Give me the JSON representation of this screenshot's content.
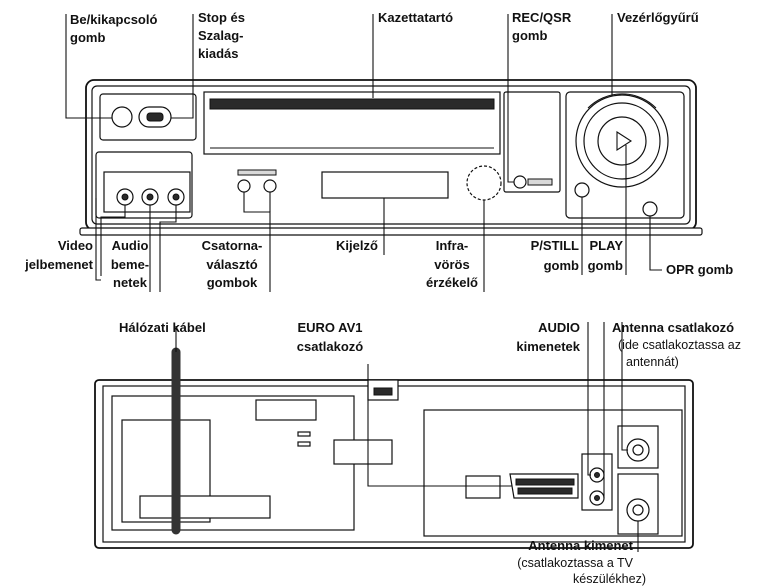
{
  "front": {
    "power_button": [
      "Be/kikapcsoló",
      "gomb"
    ],
    "stop_eject": [
      "Stop és",
      "Szalag-",
      "kiadás"
    ],
    "cassette_holder": [
      "Kazettatartó"
    ],
    "rec_qsr": [
      "REC/QSR",
      "gomb"
    ],
    "jog_ring": [
      "Vezérlőgyűrű"
    ],
    "video_input": [
      "Video",
      "jelbemenet"
    ],
    "audio_inputs": [
      "Audio",
      "beme-",
      "netek"
    ],
    "channel_buttons": [
      "Csatorna-",
      "választó",
      "gombok"
    ],
    "display": [
      "Kijelző"
    ],
    "ir_sensor": [
      "Infra-",
      "vörös",
      "érzékelő"
    ],
    "pstill": [
      "P/STILL",
      "gomb"
    ],
    "play": [
      "PLAY",
      "gomb"
    ],
    "opr": [
      "OPR gomb"
    ]
  },
  "back": {
    "mains_cable": [
      "Hálózati kábel"
    ],
    "euro_av1": [
      "EURO AV1",
      "csatlakozó"
    ],
    "audio_outputs": [
      "AUDIO",
      "kimenetek"
    ],
    "antenna_in": [
      "Antenna csatlakozó"
    ],
    "antenna_in_note": [
      "(ide csatlakoztassa az",
      "antennát)"
    ],
    "antenna_out": [
      "Antenna kimenet"
    ],
    "antenna_out_note": [
      "(csatlakoztassa a TV",
      "készülékhez)"
    ]
  }
}
